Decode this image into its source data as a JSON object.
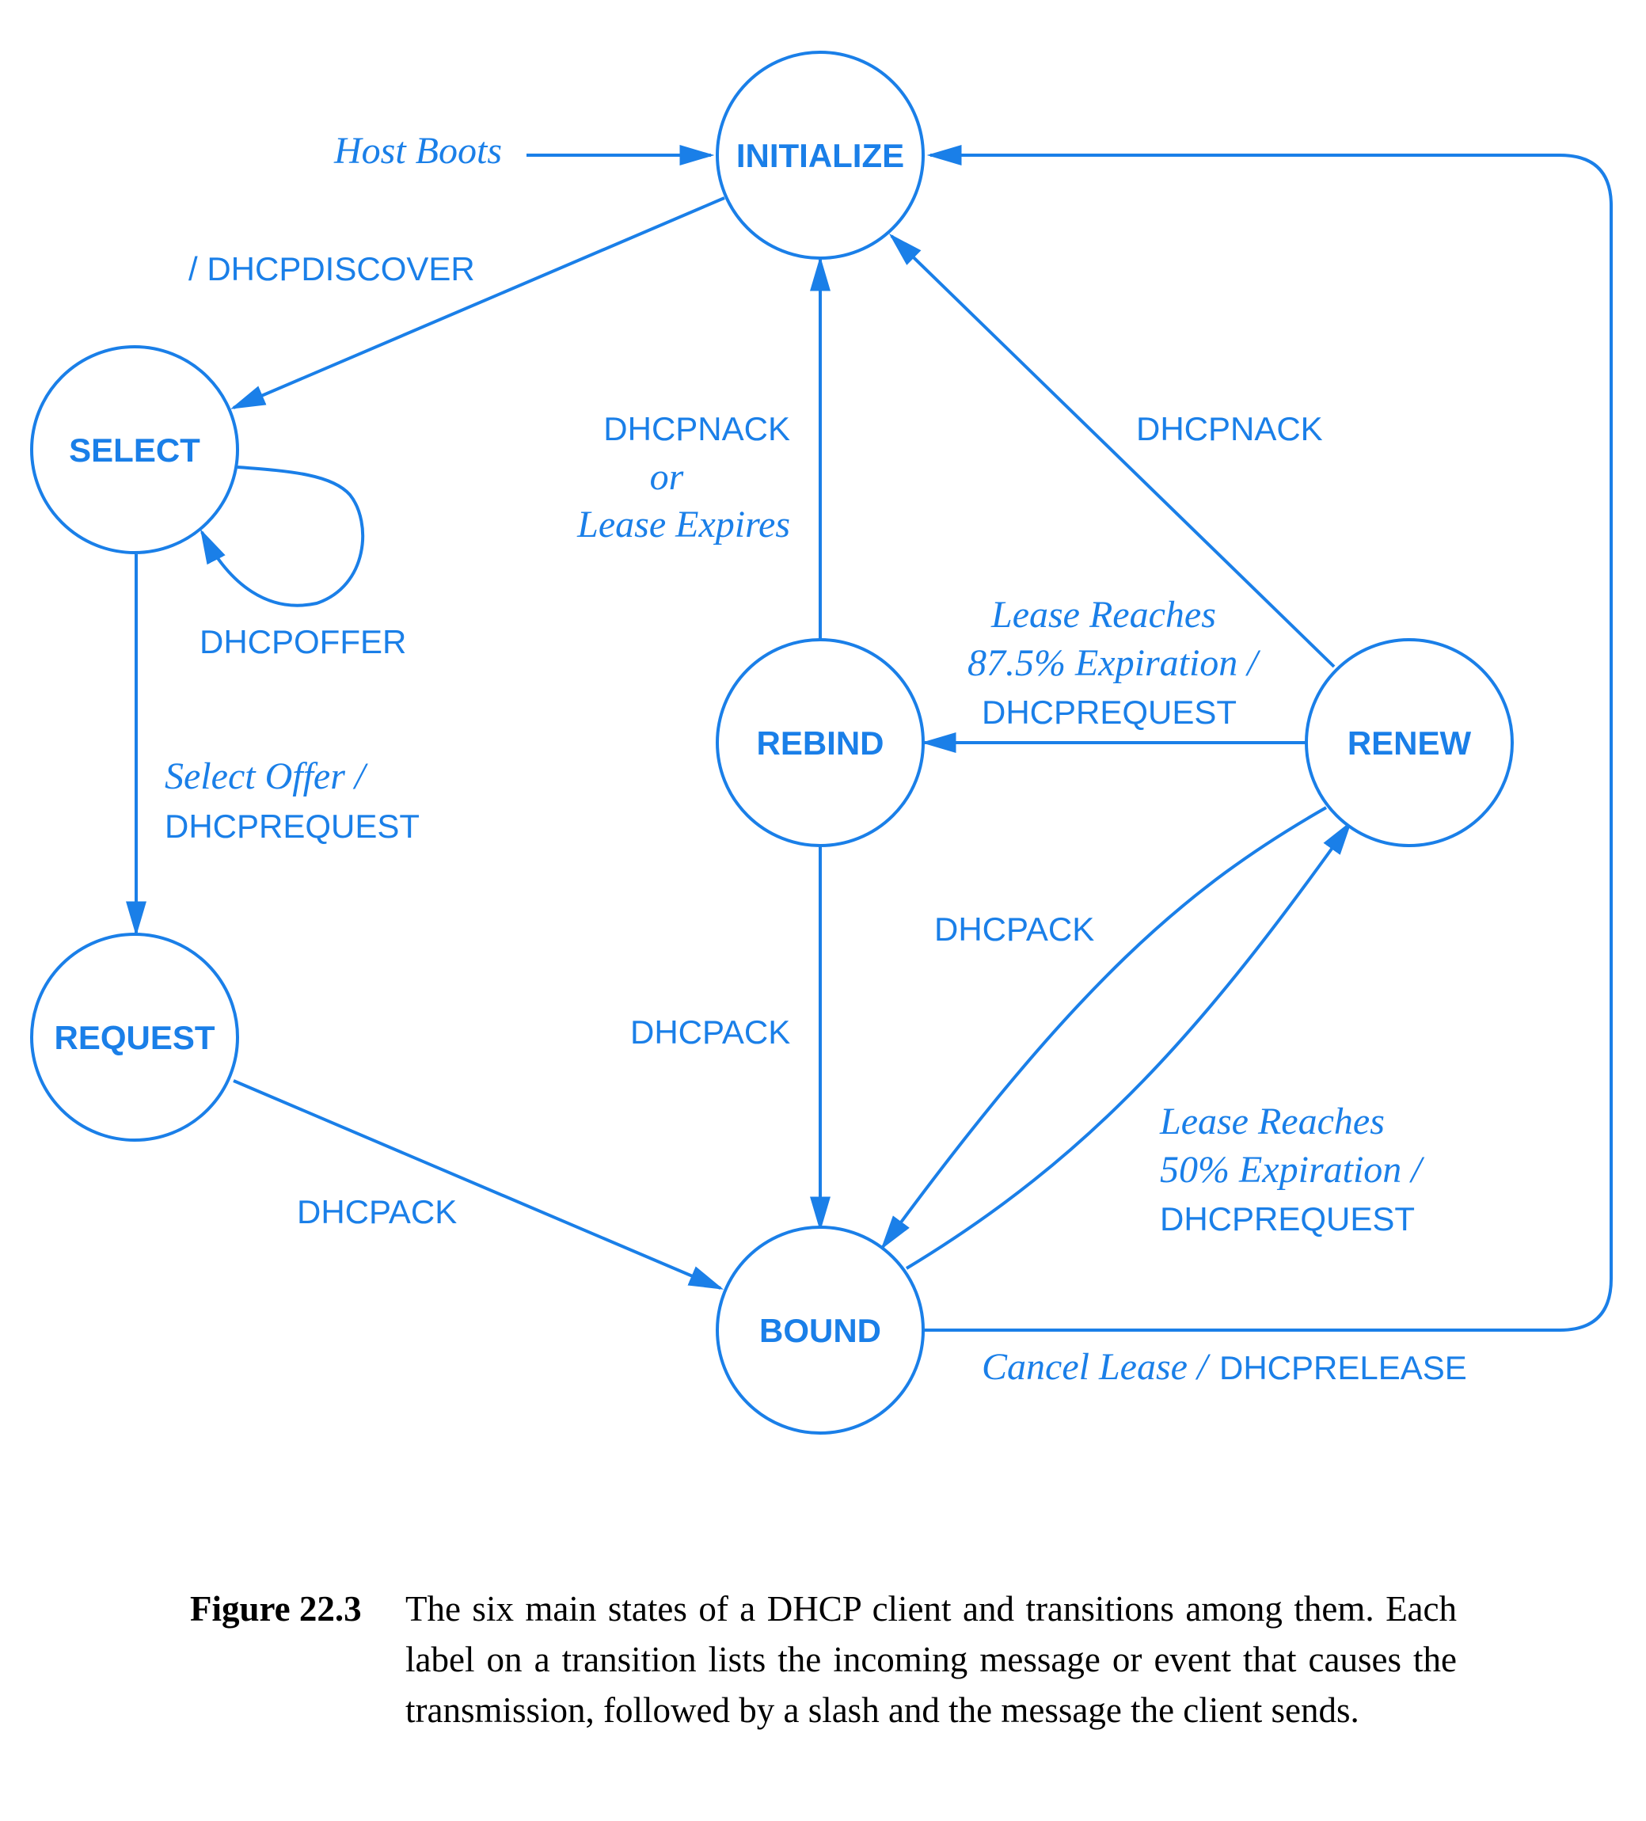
{
  "states": {
    "initialize": "INITIALIZE",
    "select": "SELECT",
    "request": "REQUEST",
    "bound": "BOUND",
    "renew": "RENEW",
    "rebind": "REBIND"
  },
  "transitions": {
    "host_boots": {
      "event": "Host Boots"
    },
    "init_to_select": {
      "message": "/ DHCPDISCOVER"
    },
    "select_loop": {
      "message": "DHCPOFFER"
    },
    "select_to_request": {
      "event": "Select Offer /",
      "message": "DHCPREQUEST"
    },
    "request_to_bound": {
      "message": "DHCPACK"
    },
    "rebind_to_init": {
      "line1": "DHCPNACK",
      "line2": "or",
      "line3": "Lease Expires"
    },
    "renew_to_init": {
      "message": "DHCPNACK"
    },
    "renew_to_rebind": {
      "event_line1": "Lease   Reaches",
      "event_line2": "87.5% Expiration /",
      "message": "DHCPREQUEST"
    },
    "rebind_to_bound": {
      "message": "DHCPACK"
    },
    "renew_to_bound": {
      "message": "DHCPACK"
    },
    "bound_to_renew": {
      "event_line1": "Lease   Reaches",
      "event_line2": "50% Expiration /",
      "message": "DHCPREQUEST"
    },
    "bound_to_init": {
      "event": "Cancel Lease /",
      "message": "DHCPRELEASE"
    }
  },
  "caption": {
    "number": "Figure 22.3",
    "text": "The six main states of a DHCP client and transitions among them.  Each label on a transition lists the incoming message or event that causes the transmission, followed by a slash and the message the client sends."
  },
  "colors": {
    "accent": "#1a7fe8",
    "caption_text": "#000000"
  }
}
